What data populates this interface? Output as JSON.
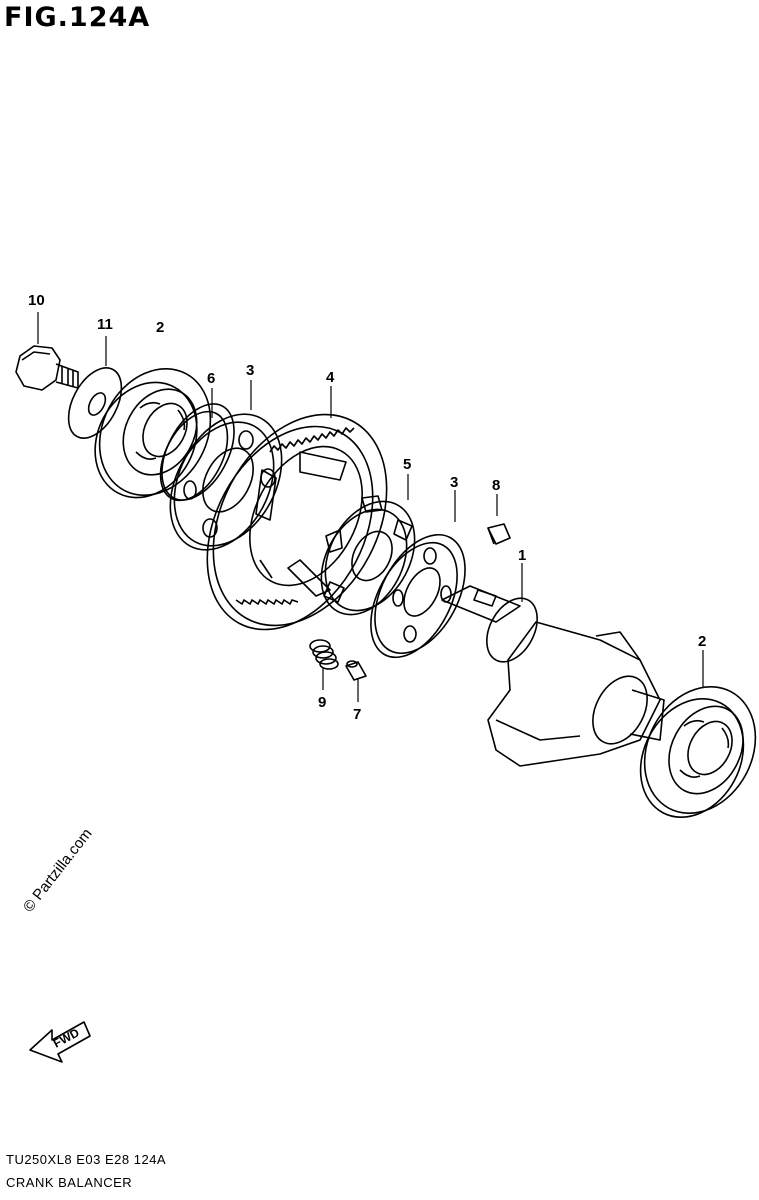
{
  "figure": {
    "title": "FIG.124A",
    "watermark": "© Partzilla.com",
    "fwd_label": "FWD",
    "footer_code": "TU250XL8  E03  E28  124A",
    "footer_name": "CRANK BALANCER"
  },
  "callouts": {
    "c10": "10",
    "c11": "11",
    "c2a": "2",
    "c6": "6",
    "c3a": "3",
    "c4": "4",
    "c5": "5",
    "c3b": "3",
    "c8": "8",
    "c1": "1",
    "c2b": "2",
    "c9": "9",
    "c7": "7"
  },
  "parts": [
    {
      "ref": "1",
      "shape": "crank-balancer-shaft"
    },
    {
      "ref": "2",
      "shape": "ball-bearing"
    },
    {
      "ref": "3",
      "shape": "plate-with-holes"
    },
    {
      "ref": "4",
      "shape": "balancer-driven-gear"
    },
    {
      "ref": "5",
      "shape": "damper-hub"
    },
    {
      "ref": "6",
      "shape": "washer"
    },
    {
      "ref": "7",
      "shape": "pin"
    },
    {
      "ref": "8",
      "shape": "key"
    },
    {
      "ref": "9",
      "shape": "spring"
    },
    {
      "ref": "10",
      "shape": "nut"
    },
    {
      "ref": "11",
      "shape": "washer"
    }
  ]
}
